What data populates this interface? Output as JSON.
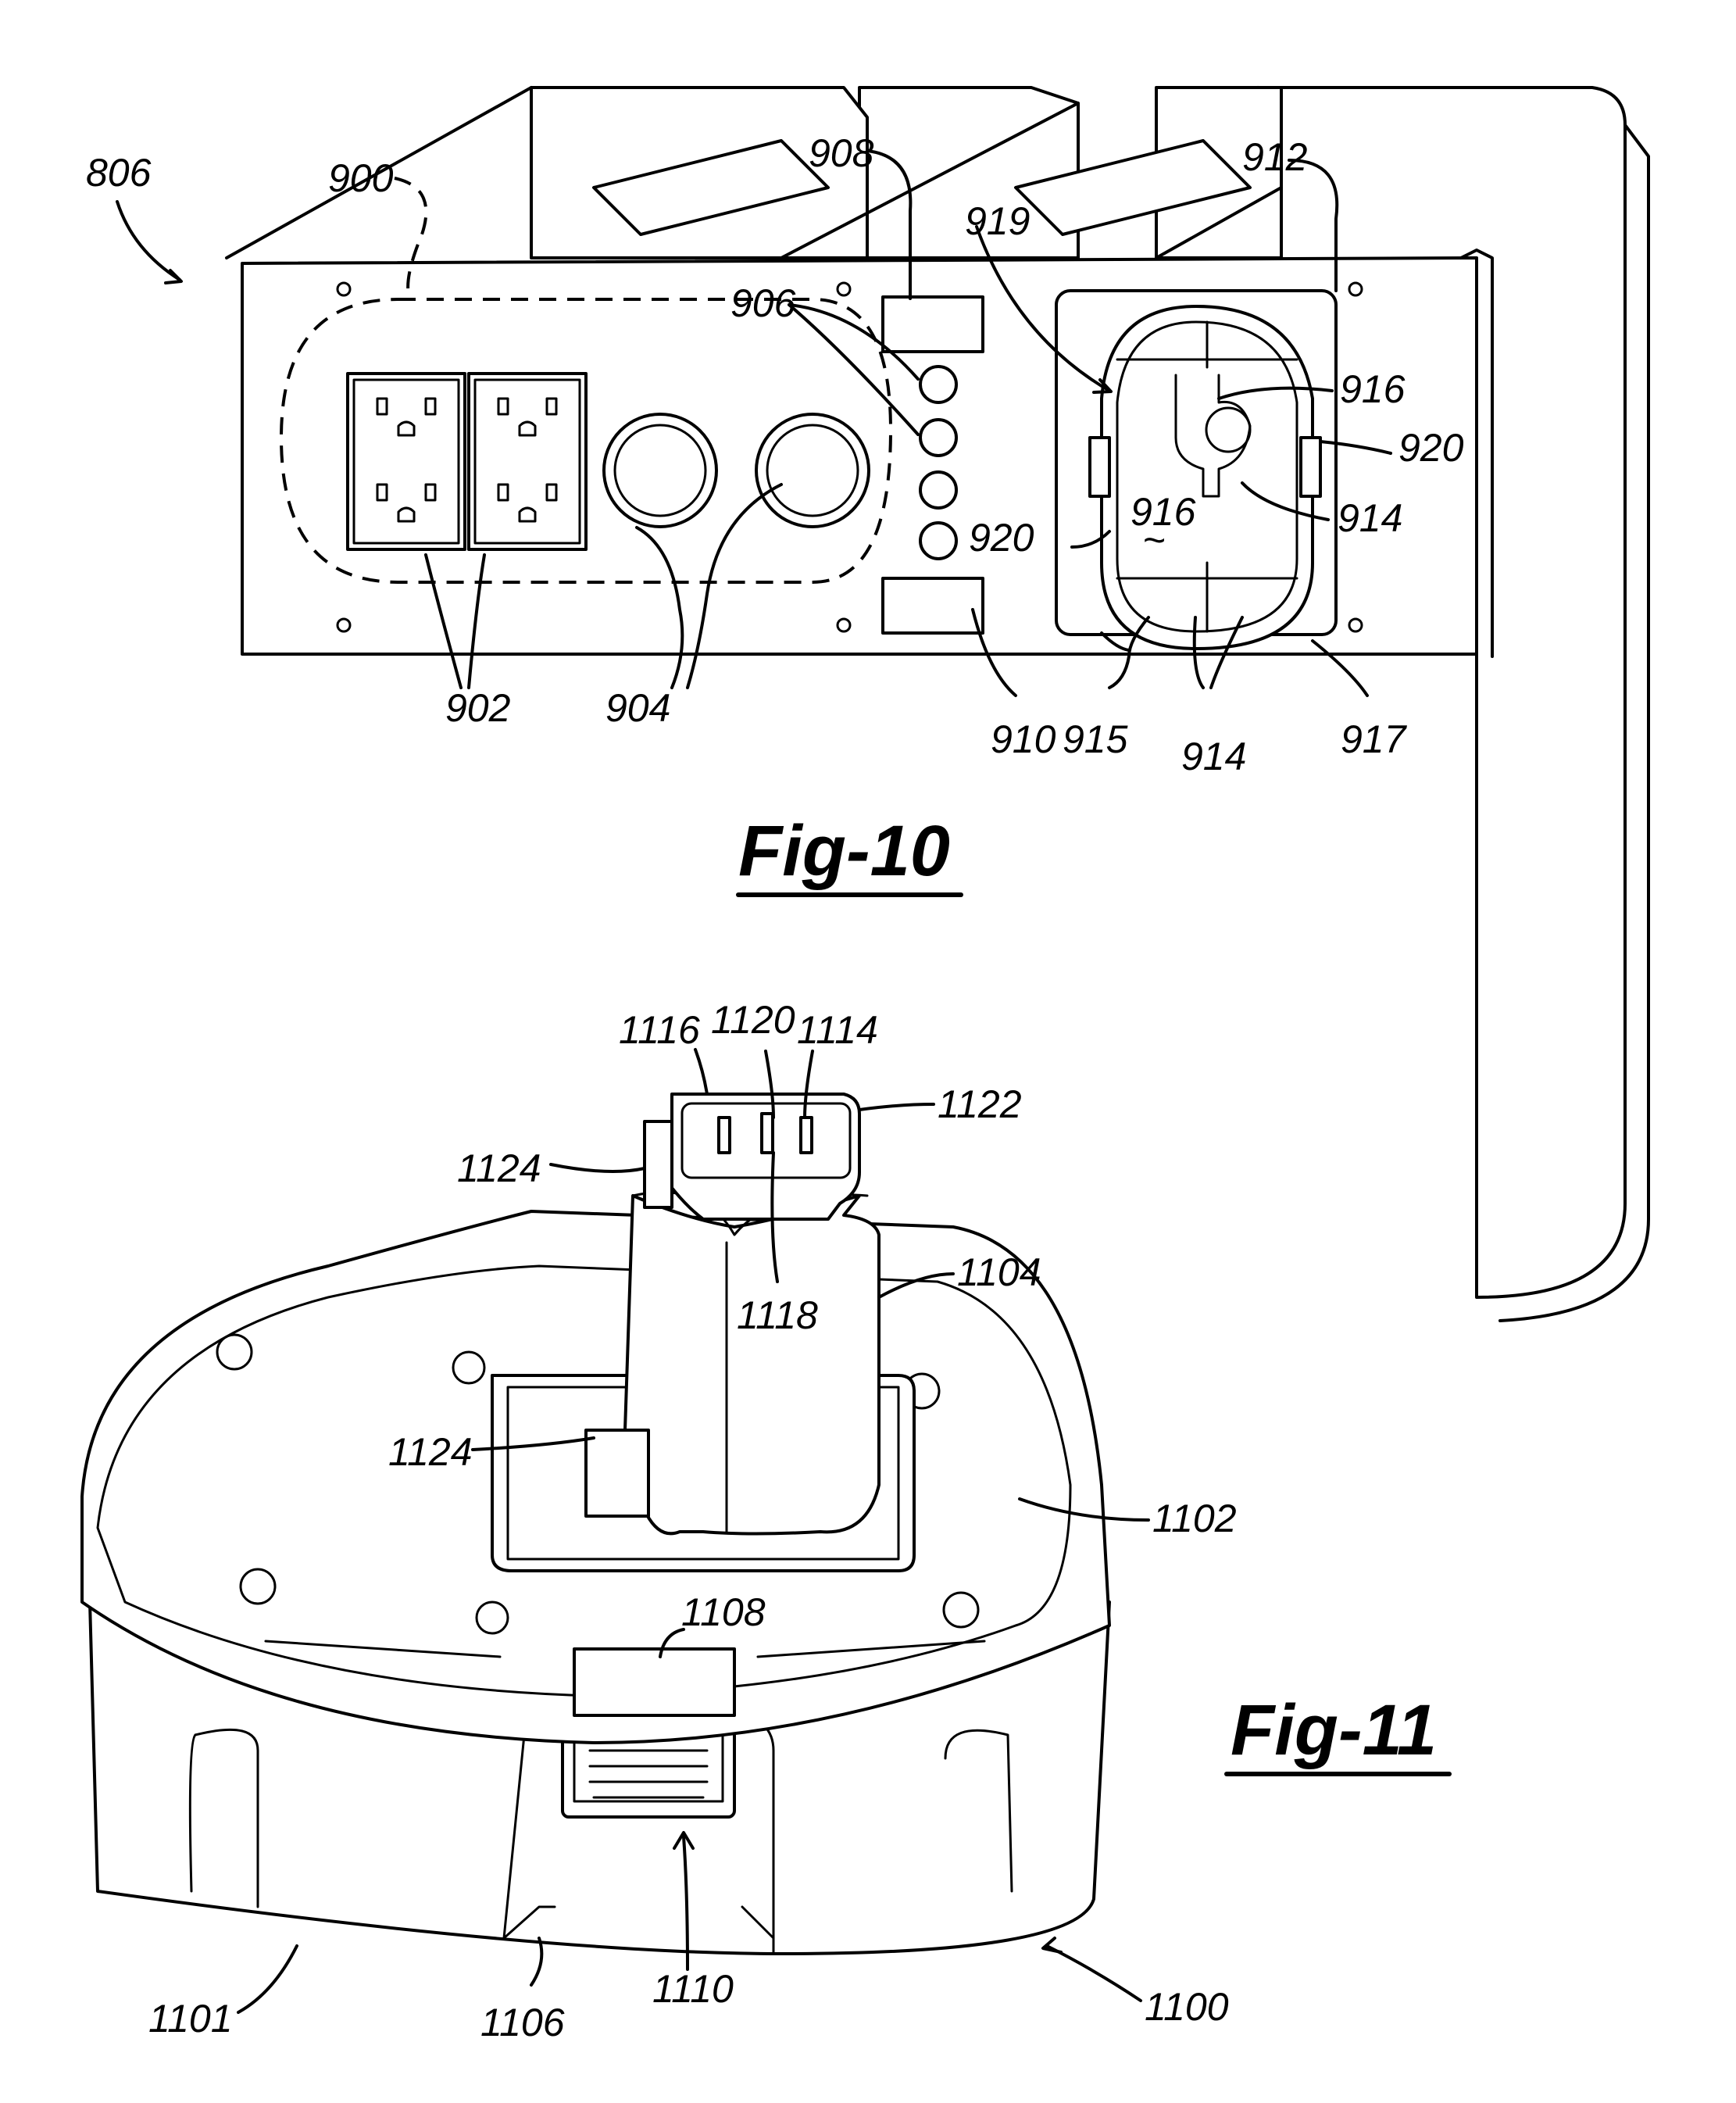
{
  "figures": [
    {
      "caption": "Fig-10",
      "reference_numerals": [
        "806",
        "900",
        "902",
        "904",
        "906",
        "908",
        "910",
        "912",
        "914",
        "915",
        "916",
        "917",
        "919",
        "920"
      ]
    },
    {
      "caption": "Fig-11",
      "reference_numerals": [
        "1100",
        "1101",
        "1102",
        "1104",
        "1106",
        "1108",
        "1110",
        "1114",
        "1116",
        "1118",
        "1120",
        "1122",
        "1124"
      ]
    }
  ]
}
